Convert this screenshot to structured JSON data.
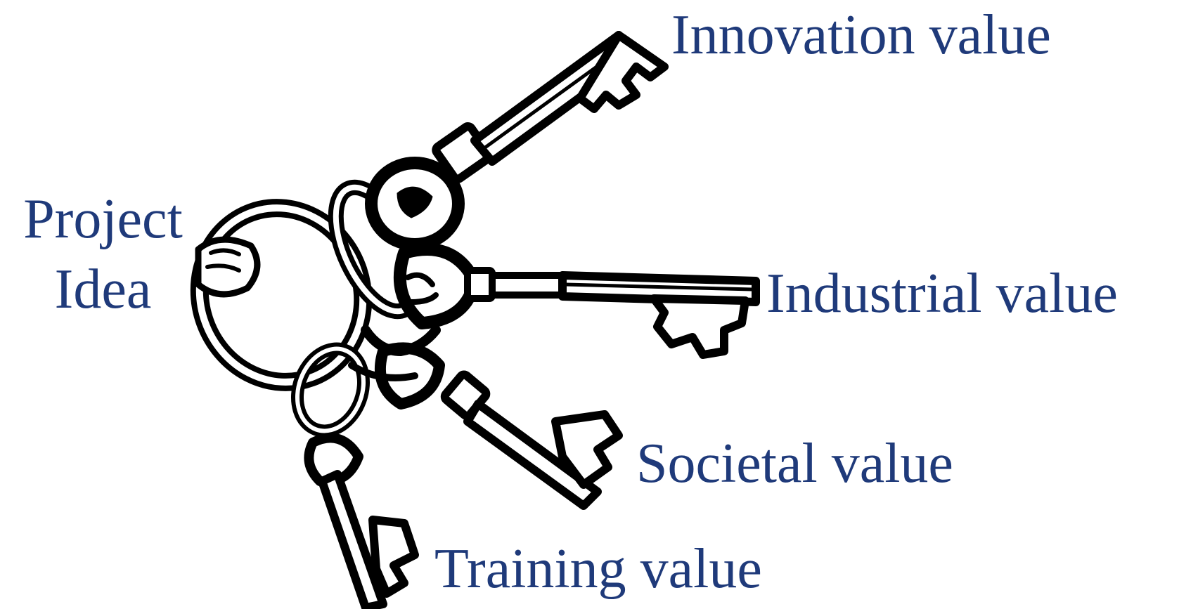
{
  "labels": {
    "innovation": "Innovation value",
    "project_line1": "Project",
    "project_line2": "Idea",
    "industrial": "Industrial value",
    "societal": "Societal value",
    "training": "Training value"
  },
  "colors": {
    "text": "#1f3a7a",
    "ink": "#000000",
    "background": "#ffffff"
  },
  "illustration": {
    "subject": "keyring-with-four-keys-icon"
  }
}
